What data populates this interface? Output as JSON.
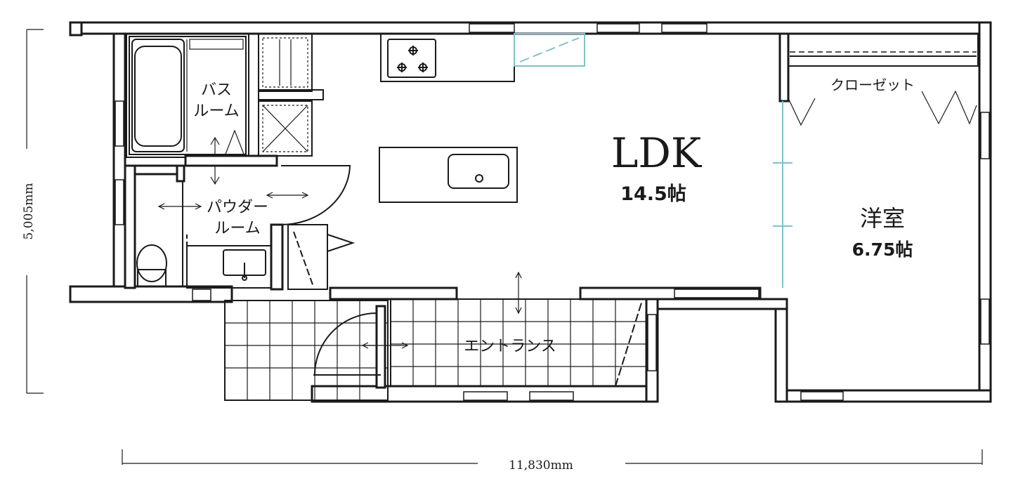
{
  "dimensions": {
    "height_label": "5,005mm",
    "width_label": "11,830mm"
  },
  "rooms": {
    "ldk": {
      "name": "LDK",
      "size": "14.5帖"
    },
    "western": {
      "name": "洋室",
      "size": "6.75帖"
    },
    "closet": {
      "name": "クローゼット"
    },
    "bath": {
      "line1": "バス",
      "line2": "ルーム"
    },
    "powder": {
      "line1": "パウダー",
      "line2": "ルーム"
    },
    "entrance": {
      "name": "エントランス"
    }
  },
  "colors": {
    "line": "#1a1a1a",
    "partition": "#7cc4c6",
    "background": "#ffffff"
  }
}
